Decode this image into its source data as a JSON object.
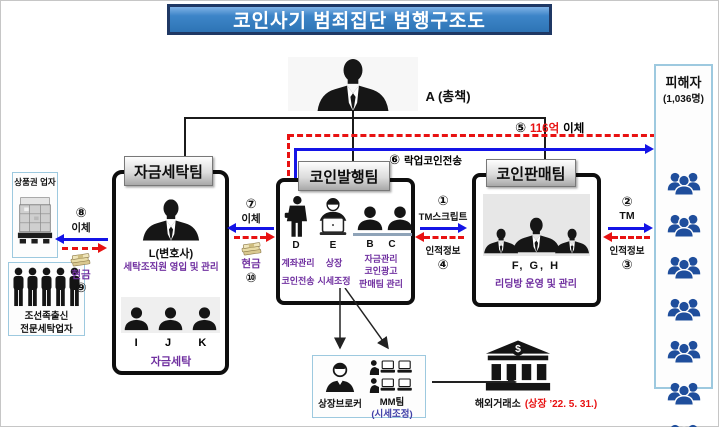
{
  "title": "코인사기 범죄집단 범행구조도",
  "boss": {
    "label": "A (총책)"
  },
  "victims": {
    "title": "피해자",
    "count": "(1,036명)",
    "group_count": 7
  },
  "teams": {
    "laundering": {
      "header": "자금세탁팀",
      "leader": "L(변호사)",
      "leader_role": "세탁조직원 영입 및 관리",
      "members": [
        "I",
        "J",
        "K"
      ],
      "members_role": "자금세탁"
    },
    "issuing": {
      "header": "코인발행팀",
      "d": "D",
      "d_role1": "계좌관리",
      "d_role2": "코인전송",
      "e": "E",
      "e_role1": "상장",
      "e_role2": "시세조정",
      "b": "B",
      "c": "C",
      "bc_role1": "자금관리",
      "bc_role2": "코인광고",
      "bc_role3": "판매팀 관리"
    },
    "sales": {
      "header": "코인판매팀",
      "members": "F,  G,  H",
      "role": "리딩방 운영 및 관리"
    }
  },
  "left_column": {
    "gift_dealer": "상품권 업자",
    "launderer_line1": "조선족출신",
    "launderer_line2": "전문세탁업자",
    "figure_count": 5
  },
  "bottom": {
    "broker": "상장브로커",
    "mm_team": "MM팀",
    "mm_role": "(시세조정)",
    "exchange": "해외거래소",
    "exchange_note": "(상장 ’22. 5. 31.)"
  },
  "flows": {
    "f1": {
      "num": "①",
      "label": "TM스크립트"
    },
    "f2": {
      "num": "②",
      "label": "TM"
    },
    "f3": {
      "num": "③",
      "label": "인적정보"
    },
    "f4": {
      "num": "④",
      "label": "인적정보"
    },
    "f5": {
      "num": "⑤",
      "amount": "116억",
      "label": "이체"
    },
    "f6": {
      "num": "⑥",
      "label": "락업코인전송"
    },
    "f7": {
      "num": "⑦",
      "label": "이체"
    },
    "f8": {
      "num": "⑧",
      "label": "이체"
    },
    "f9": {
      "num": "⑨",
      "label": "현금"
    },
    "f10": {
      "num": "⑩",
      "label": "현금"
    }
  },
  "colors": {
    "arrow_blue": "#1414E6",
    "arrow_red": "#E81212",
    "role_purple": "#7030A0",
    "victim_blue": "#1F4E9C",
    "title_bg": "#2E74B5",
    "title_border": "#1F3864",
    "panel_cyan": "#9DC9DF"
  }
}
